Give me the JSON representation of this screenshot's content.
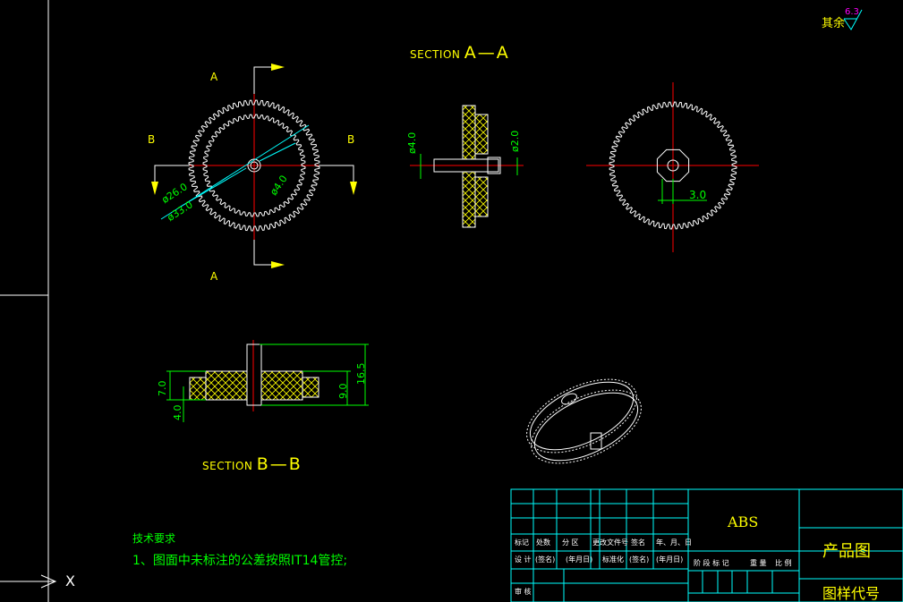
{
  "roughness": {
    "label": "其余",
    "value": "6.3"
  },
  "section_aa": {
    "prefix": "SECTION",
    "name": "A—A"
  },
  "section_bb": {
    "prefix": "SECTION",
    "name": "B—B"
  },
  "view_letters": {
    "a": "A",
    "b": "B"
  },
  "front_view_dims": {
    "d1": "ø26.0",
    "d2": "ø33.0",
    "d3": "ø4.0"
  },
  "section_aa_dims": {
    "d1": "ø4.0",
    "d2": "ø2.0"
  },
  "right_view_dims": {
    "d1": "3.0"
  },
  "section_bb_dims": {
    "h1": "7.0",
    "h2": "4.0",
    "h3": "9.0",
    "h4": "16.5"
  },
  "tech_requirements": {
    "title": "技术要求",
    "line1": "1、图面中未标注的公差按照IT14管控;"
  },
  "title_block": {
    "material": "ABS",
    "product": "产品图",
    "drawing_no_label": "图样代号",
    "row_labels": [
      "标记",
      "处数",
      "分 区",
      "更改文件号",
      "签名",
      "年、月、日"
    ],
    "design_row": [
      "设 计",
      "(签名)",
      "(年月日)",
      "标准化",
      "(签名)",
      "(年月日)"
    ],
    "review_label": "审 核",
    "stage_labels": [
      "阶 段 标 记",
      "重 量",
      "比 例"
    ]
  },
  "ucs": {
    "x_label": "X"
  },
  "colors": {
    "outline": "#ffffff",
    "centerline": "#ff0000",
    "dimension": "#00ff00",
    "leader": "#00ffff",
    "section_arrow": "#ffff00",
    "hatch": "#ffff00",
    "grid": "#00ffff"
  }
}
